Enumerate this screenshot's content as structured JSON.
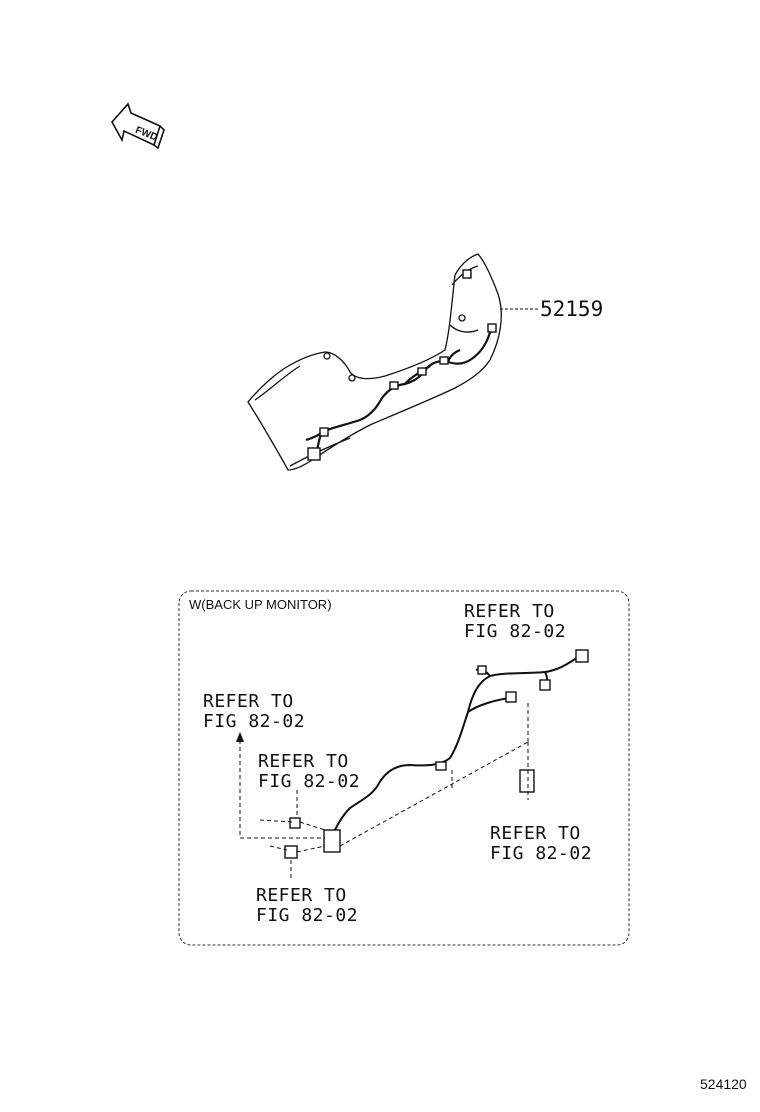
{
  "fwd_arrow": {
    "label": "FWD",
    "icon": "fwd-arrow-icon"
  },
  "main_part": {
    "number": "52159"
  },
  "inset": {
    "condition": "W(BACK UP MONITOR)",
    "refs": [
      {
        "line1": "REFER TO",
        "line2": "FIG 82-02"
      },
      {
        "line1": "REFER TO",
        "line2": "FIG 82-02"
      },
      {
        "line1": "REFER TO",
        "line2": "FIG 82-02"
      },
      {
        "line1": "REFER TO",
        "line2": "FIG 82-02"
      },
      {
        "line1": "REFER TO",
        "line2": "FIG 82-02"
      }
    ]
  },
  "figure_number": "524120"
}
